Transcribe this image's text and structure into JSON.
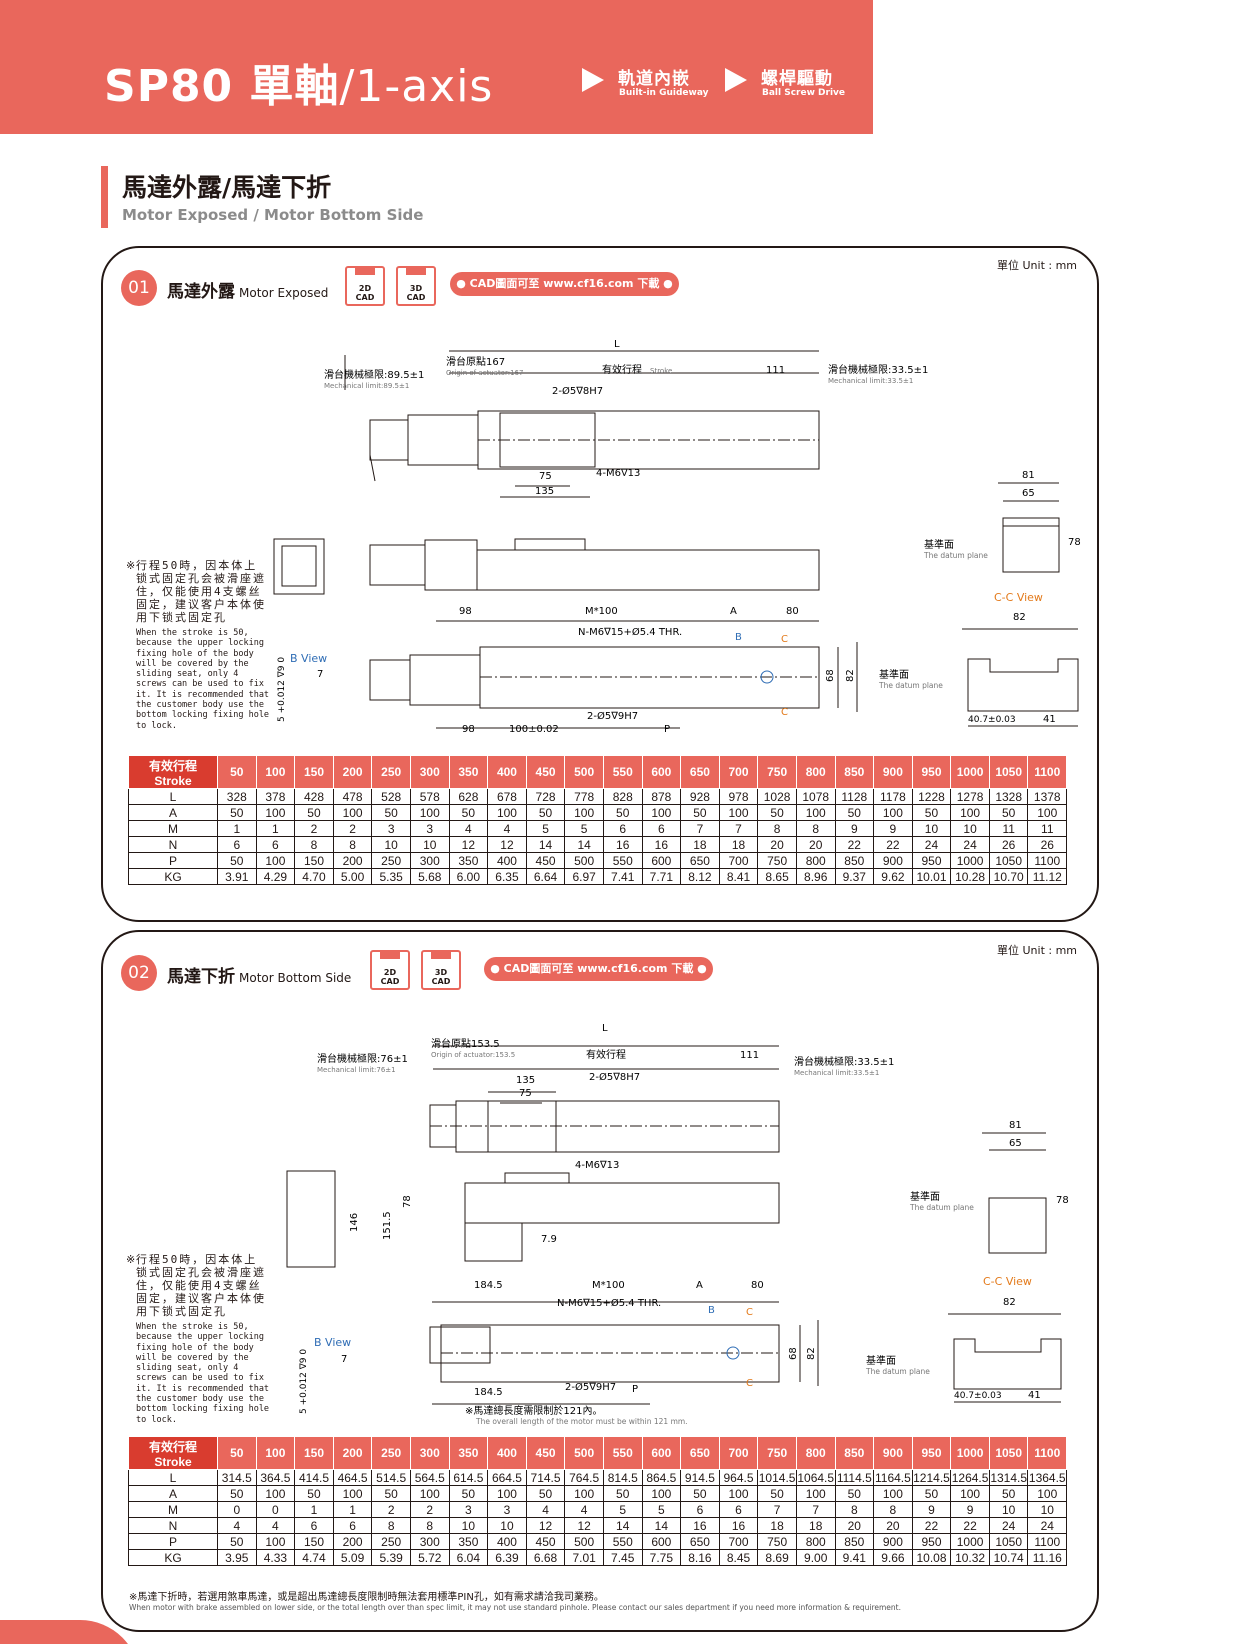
{
  "header": {
    "model": "SP80",
    "name_zh": "單軸",
    "name_en": "/1-axis",
    "features": [
      {
        "zh": "軌道內嵌",
        "en": "Built-in Guideway"
      },
      {
        "zh": "螺桿驅動",
        "en": "Ball Screw Drive"
      }
    ]
  },
  "section": {
    "title_zh": "馬達外露/馬達下折",
    "title_en": "Motor Exposed / Motor Bottom Side"
  },
  "colors": {
    "accent": "#e9675c",
    "accent_dark": "#d93c2f",
    "line": "#231815",
    "note_blue": "#2f6db5",
    "note_orange": "#e37a1b"
  },
  "panels": [
    {
      "unit": "單位 Unit : mm",
      "num": "01",
      "title_zh": "馬達外露",
      "title_en": "Motor Exposed",
      "cad2d": [
        "2D",
        "CAD"
      ],
      "cad3d": [
        "3D",
        "CAD"
      ],
      "download": "● CAD圖面可至 www.cf16.com 下載 ●",
      "note_ref": "※",
      "note_zh": "行程50時，因本体上锁式固定孔会被滑座遮住，仅能使用4支螺丝固定，建议客户本体使用下锁式固定孔",
      "note_en": "When the stroke is 50, because the upper locking fixing hole of the body will be covered by the sliding seat, only 4 screws can be used to fix it. It is recommended that the customer body use the bottom locking fixing hole to lock.",
      "dims": {
        "L": "L",
        "origin_zh": "滑台原點167",
        "origin_en": "Origin of actuator:167",
        "stroke_zh": "有效行程",
        "stroke_en": "Stroke",
        "d111": "111",
        "mech_left_zh": "滑台機械極限:89.5±1",
        "mech_left_en": "Mechanical limit:89.5±1",
        "mech_right_zh": "滑台機械極限:33.5±1",
        "mech_right_en": "Mechanical limit:33.5±1",
        "hole_top": "2-Ø5∇8H7",
        "d75": "75",
        "d135": "135",
        "m6": "4-M6∇13",
        "d81": "81",
        "d65": "65",
        "d78": "78",
        "datum_zh": "基準面",
        "datum_en": "The datum plane",
        "ccview": "C-C View",
        "d82": "82",
        "d98": "98",
        "m100": "M*100",
        "A": "A",
        "d80": "80",
        "nm6": "N-M6∇15+Ø5.4 THR.",
        "B": "B",
        "C": "C",
        "d68": "68",
        "d82v": "82",
        "hole_bot": "2-Ø5∇9H7",
        "d98b": "98",
        "d100": "100±0.02",
        "P": "P",
        "d407": "40.7±0.03",
        "d41": "41",
        "bview": "B View",
        "b7": "7",
        "b9": "5 +0.012 ∇9 0"
      },
      "table": {
        "head_zh": "有效行程",
        "head_en": "Stroke",
        "strokes": [
          "50",
          "100",
          "150",
          "200",
          "250",
          "300",
          "350",
          "400",
          "450",
          "500",
          "550",
          "600",
          "650",
          "700",
          "750",
          "800",
          "850",
          "900",
          "950",
          "1000",
          "1050",
          "1100"
        ],
        "rows": [
          {
            "label": "L",
            "values": [
              "328",
              "378",
              "428",
              "478",
              "528",
              "578",
              "628",
              "678",
              "728",
              "778",
              "828",
              "878",
              "928",
              "978",
              "1028",
              "1078",
              "1128",
              "1178",
              "1228",
              "1278",
              "1328",
              "1378"
            ]
          },
          {
            "label": "A",
            "values": [
              "50",
              "100",
              "50",
              "100",
              "50",
              "100",
              "50",
              "100",
              "50",
              "100",
              "50",
              "100",
              "50",
              "100",
              "50",
              "100",
              "50",
              "100",
              "50",
              "100",
              "50",
              "100"
            ]
          },
          {
            "label": "M",
            "values": [
              "1",
              "1",
              "2",
              "2",
              "3",
              "3",
              "4",
              "4",
              "5",
              "5",
              "6",
              "6",
              "7",
              "7",
              "8",
              "8",
              "9",
              "9",
              "10",
              "10",
              "11",
              "11"
            ]
          },
          {
            "label": "N",
            "values": [
              "6",
              "6",
              "8",
              "8",
              "10",
              "10",
              "12",
              "12",
              "14",
              "14",
              "16",
              "16",
              "18",
              "18",
              "20",
              "20",
              "22",
              "22",
              "24",
              "24",
              "26",
              "26"
            ]
          },
          {
            "label": "P",
            "values": [
              "50",
              "100",
              "150",
              "200",
              "250",
              "300",
              "350",
              "400",
              "450",
              "500",
              "550",
              "600",
              "650",
              "700",
              "750",
              "800",
              "850",
              "900",
              "950",
              "1000",
              "1050",
              "1100"
            ]
          },
          {
            "label": "KG",
            "values": [
              "3.91",
              "4.29",
              "4.70",
              "5.00",
              "5.35",
              "5.68",
              "6.00",
              "6.35",
              "6.64",
              "6.97",
              "7.41",
              "7.71",
              "8.12",
              "8.41",
              "8.65",
              "8.96",
              "9.37",
              "9.62",
              "10.01",
              "10.28",
              "10.70",
              "11.12"
            ]
          }
        ]
      }
    },
    {
      "unit": "單位 Unit : mm",
      "num": "02",
      "title_zh": "馬達下折",
      "title_en": "Motor Bottom Side",
      "cad2d": [
        "2D",
        "CAD"
      ],
      "cad3d": [
        "3D",
        "CAD"
      ],
      "download": "● CAD圖面可至 www.cf16.com 下載 ●",
      "note_ref": "※",
      "note_zh": "行程50時，因本体上锁式固定孔会被滑座遮住，仅能使用4支螺丝固定，建议客户本体使用下锁式固定孔",
      "note_en": "When the stroke is 50, because the upper locking fixing hole of the body will be covered by the sliding seat, only 4 screws can be used to fix it. It is recommended that the customer body use the bottom locking fixing hole to lock.",
      "dims": {
        "L": "L",
        "origin_zh": "滑台原點153.5",
        "origin_en": "Origin of actuator:153.5",
        "stroke_zh": "有效行程",
        "d111": "111",
        "mech_left_zh": "滑台機械極限:76±1",
        "mech_left_en": "Mechanical limit:76±1",
        "mech_right_zh": "滑台機械極限:33.5±1",
        "mech_right_en": "Mechanical limit:33.5±1",
        "d135": "135",
        "d75": "75",
        "hole_top": "2-Ø5∇8H7",
        "m6": "4-M6∇13",
        "d81": "81",
        "d65": "65",
        "d78": "78",
        "datum_zh": "基準面",
        "datum_en": "The datum plane",
        "d146": "146",
        "d1515": "151.5",
        "d78s": "78",
        "d79": "7.9",
        "ccview": "C-C View",
        "d82": "82",
        "d1845": "184.5",
        "m100": "M*100",
        "A": "A",
        "d80": "80",
        "nm6": "N-M6∇15+Ø5.4 THR.",
        "B": "B",
        "C": "C",
        "d68": "68",
        "d82v": "82",
        "hole_bot": "2-Ø5∇9H7",
        "P": "P",
        "d1845b": "184.5",
        "motor_zh": "※馬達總長度需限制於121內。",
        "motor_en": "The overall length of the motor must be within 121 mm.",
        "d407": "40.7±0.03",
        "d41": "41",
        "bview": "B View",
        "b7": "7",
        "b9": "5 +0.012 ∇9 0"
      },
      "table": {
        "head_zh": "有效行程",
        "head_en": "Stroke",
        "strokes": [
          "50",
          "100",
          "150",
          "200",
          "250",
          "300",
          "350",
          "400",
          "450",
          "500",
          "550",
          "600",
          "650",
          "700",
          "750",
          "800",
          "850",
          "900",
          "950",
          "1000",
          "1050",
          "1100"
        ],
        "rows": [
          {
            "label": "L",
            "values": [
              "314.5",
              "364.5",
              "414.5",
              "464.5",
              "514.5",
              "564.5",
              "614.5",
              "664.5",
              "714.5",
              "764.5",
              "814.5",
              "864.5",
              "914.5",
              "964.5",
              "1014.5",
              "1064.5",
              "1114.5",
              "1164.5",
              "1214.5",
              "1264.5",
              "1314.5",
              "1364.5"
            ]
          },
          {
            "label": "A",
            "values": [
              "50",
              "100",
              "50",
              "100",
              "50",
              "100",
              "50",
              "100",
              "50",
              "100",
              "50",
              "100",
              "50",
              "100",
              "50",
              "100",
              "50",
              "100",
              "50",
              "100",
              "50",
              "100"
            ]
          },
          {
            "label": "M",
            "values": [
              "0",
              "0",
              "1",
              "1",
              "2",
              "2",
              "3",
              "3",
              "4",
              "4",
              "5",
              "5",
              "6",
              "6",
              "7",
              "7",
              "8",
              "8",
              "9",
              "9",
              "10",
              "10"
            ]
          },
          {
            "label": "N",
            "values": [
              "4",
              "4",
              "6",
              "6",
              "8",
              "8",
              "10",
              "10",
              "12",
              "12",
              "14",
              "14",
              "16",
              "16",
              "18",
              "18",
              "20",
              "20",
              "22",
              "22",
              "24",
              "24"
            ]
          },
          {
            "label": "P",
            "values": [
              "50",
              "100",
              "150",
              "200",
              "250",
              "300",
              "350",
              "400",
              "450",
              "500",
              "550",
              "600",
              "650",
              "700",
              "750",
              "800",
              "850",
              "900",
              "950",
              "1000",
              "1050",
              "1100"
            ]
          },
          {
            "label": "KG",
            "values": [
              "3.95",
              "4.33",
              "4.74",
              "5.09",
              "5.39",
              "5.72",
              "6.04",
              "6.39",
              "6.68",
              "7.01",
              "7.45",
              "7.75",
              "8.16",
              "8.45",
              "8.69",
              "9.00",
              "9.41",
              "9.66",
              "10.08",
              "10.32",
              "10.74",
              "11.16"
            ]
          }
        ]
      },
      "foot_zh": "※馬達下折時，若選用煞車馬達，或是超出馬達總長度限制時無法套用標準PIN孔，如有需求請洽我司業務。",
      "foot_en": "When motor with brake assembled on lower side, or the total length over than spec limit, it may not use standard pinhole. Please contact our sales department if you need more information & requirement."
    }
  ]
}
